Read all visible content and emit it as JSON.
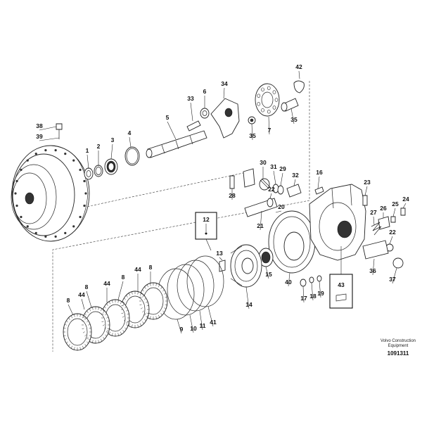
{
  "callouts": [
    {
      "id": "1",
      "label": "1"
    },
    {
      "id": "2",
      "label": "2"
    },
    {
      "id": "3",
      "label": "3"
    },
    {
      "id": "4",
      "label": "4"
    },
    {
      "id": "5",
      "label": "5"
    },
    {
      "id": "6",
      "label": "6"
    },
    {
      "id": "7",
      "label": "7"
    },
    {
      "id": "8a",
      "label": "8"
    },
    {
      "id": "8b",
      "label": "8"
    },
    {
      "id": "8c",
      "label": "8"
    },
    {
      "id": "8d",
      "label": "8"
    },
    {
      "id": "9",
      "label": "9"
    },
    {
      "id": "10",
      "label": "10"
    },
    {
      "id": "11",
      "label": "11"
    },
    {
      "id": "12",
      "label": "12"
    },
    {
      "id": "13",
      "label": "13"
    },
    {
      "id": "14",
      "label": "14"
    },
    {
      "id": "15",
      "label": "15"
    },
    {
      "id": "16",
      "label": "16"
    },
    {
      "id": "17",
      "label": "17"
    },
    {
      "id": "18",
      "label": "18"
    },
    {
      "id": "19",
      "label": "19"
    },
    {
      "id": "20",
      "label": "20"
    },
    {
      "id": "21",
      "label": "21"
    },
    {
      "id": "22a",
      "label": "22"
    },
    {
      "id": "22b",
      "label": "22"
    },
    {
      "id": "23",
      "label": "23"
    },
    {
      "id": "24",
      "label": "24"
    },
    {
      "id": "25",
      "label": "25"
    },
    {
      "id": "26",
      "label": "26"
    },
    {
      "id": "27",
      "label": "27"
    },
    {
      "id": "28",
      "label": "28"
    },
    {
      "id": "29",
      "label": "29"
    },
    {
      "id": "30",
      "label": "30"
    },
    {
      "id": "31",
      "label": "31"
    },
    {
      "id": "32",
      "label": "32"
    },
    {
      "id": "33",
      "label": "33"
    },
    {
      "id": "34",
      "label": "34"
    },
    {
      "id": "35a",
      "label": "35"
    },
    {
      "id": "35b",
      "label": "35"
    },
    {
      "id": "36",
      "label": "36"
    },
    {
      "id": "37",
      "label": "37"
    },
    {
      "id": "38",
      "label": "38"
    },
    {
      "id": "39",
      "label": "39"
    },
    {
      "id": "40",
      "label": "40"
    },
    {
      "id": "41",
      "label": "41"
    },
    {
      "id": "42",
      "label": "42"
    },
    {
      "id": "43",
      "label": "43"
    },
    {
      "id": "44a",
      "label": "44"
    },
    {
      "id": "44b",
      "label": "44"
    },
    {
      "id": "44c",
      "label": "44"
    }
  ],
  "kit_markers": {
    "box_12": "12",
    "box_43": "43"
  },
  "footer": {
    "brand_line1": "Volvo Construction",
    "brand_line2": "Equipment",
    "doc_number": "1091311"
  }
}
